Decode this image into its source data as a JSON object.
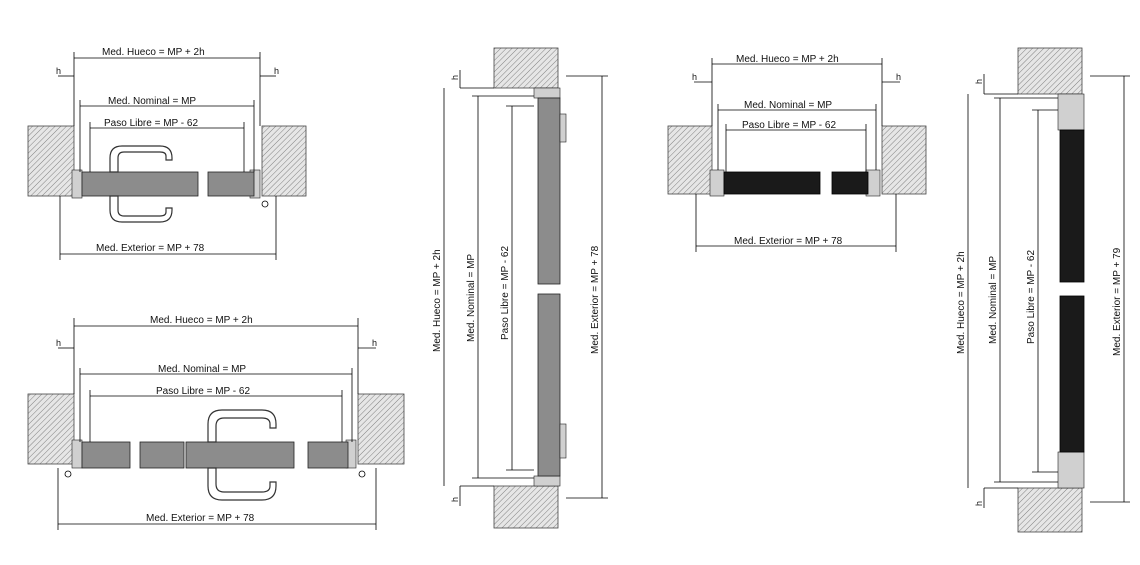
{
  "labels": {
    "hueco": "Med. Hueco = MP + 2h",
    "nominal": "Med. Nominal = MP",
    "paso": "Paso Libre = MP - 62",
    "exterior": "Med. Exterior = MP + 78",
    "exterior_right": "Med. Exterior = MP + 79",
    "h": "h"
  },
  "colors": {
    "leaf_grey": "#8c8c8c",
    "leaf_dark": "#1a1a1a",
    "wall_hatch": "#555555"
  }
}
